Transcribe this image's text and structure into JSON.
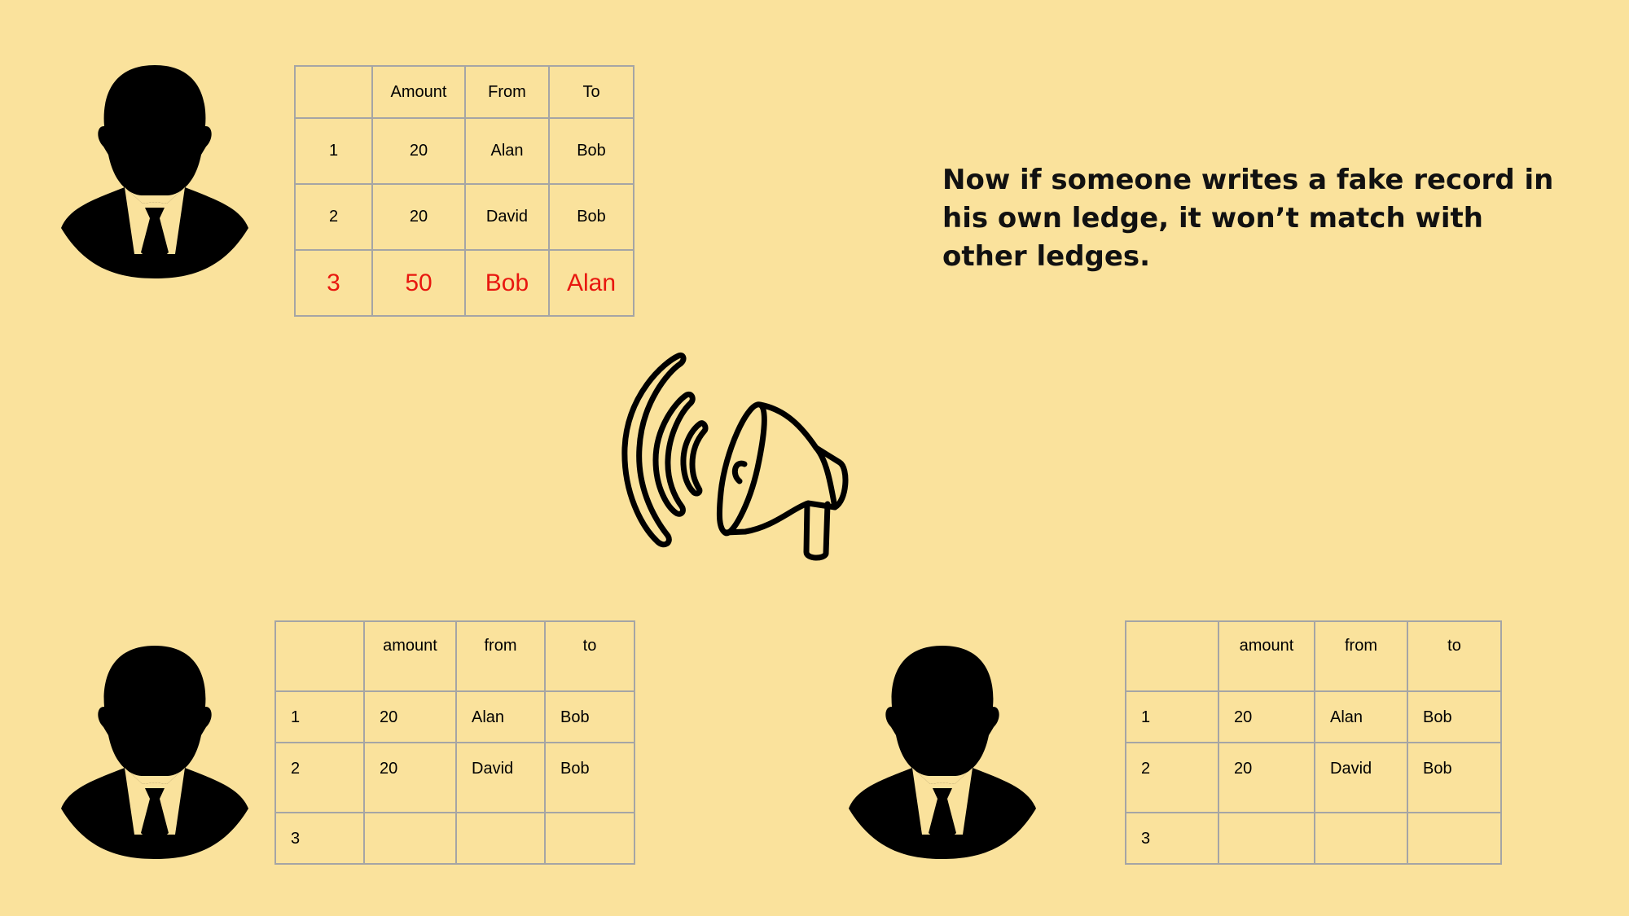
{
  "colors": {
    "background": "#fae29c",
    "grid": "#a5a5a5",
    "fake_record": "#e8170f",
    "silhouette": "#000000"
  },
  "icons": [
    "person-silhouette-icon",
    "megaphone-icon",
    "sound-waves-icon"
  ],
  "note": "Now if someone writes a fake record in his own ledge, it won’t match with other ledges.",
  "ledger_top": {
    "headers": [
      "",
      "Amount",
      "From",
      "To"
    ],
    "rows": [
      [
        "1",
        "20",
        "Alan",
        "Bob"
      ],
      [
        "2",
        "20",
        "David",
        "Bob"
      ]
    ],
    "fake_row": [
      "3",
      "50",
      "Bob",
      "Alan"
    ]
  },
  "ledger_bottom_left": {
    "headers": [
      "",
      "amount",
      "from",
      "to"
    ],
    "rows": [
      [
        "1",
        "20",
        "Alan",
        "Bob"
      ],
      [
        "2",
        "20",
        "David",
        "Bob"
      ],
      [
        "3",
        "",
        "",
        ""
      ]
    ]
  },
  "ledger_bottom_right": {
    "headers": [
      "",
      "amount",
      "from",
      "to"
    ],
    "rows": [
      [
        "1",
        "20",
        "Alan",
        "Bob"
      ],
      [
        "2",
        "20",
        "David",
        "Bob"
      ],
      [
        "3",
        "",
        "",
        ""
      ]
    ]
  }
}
